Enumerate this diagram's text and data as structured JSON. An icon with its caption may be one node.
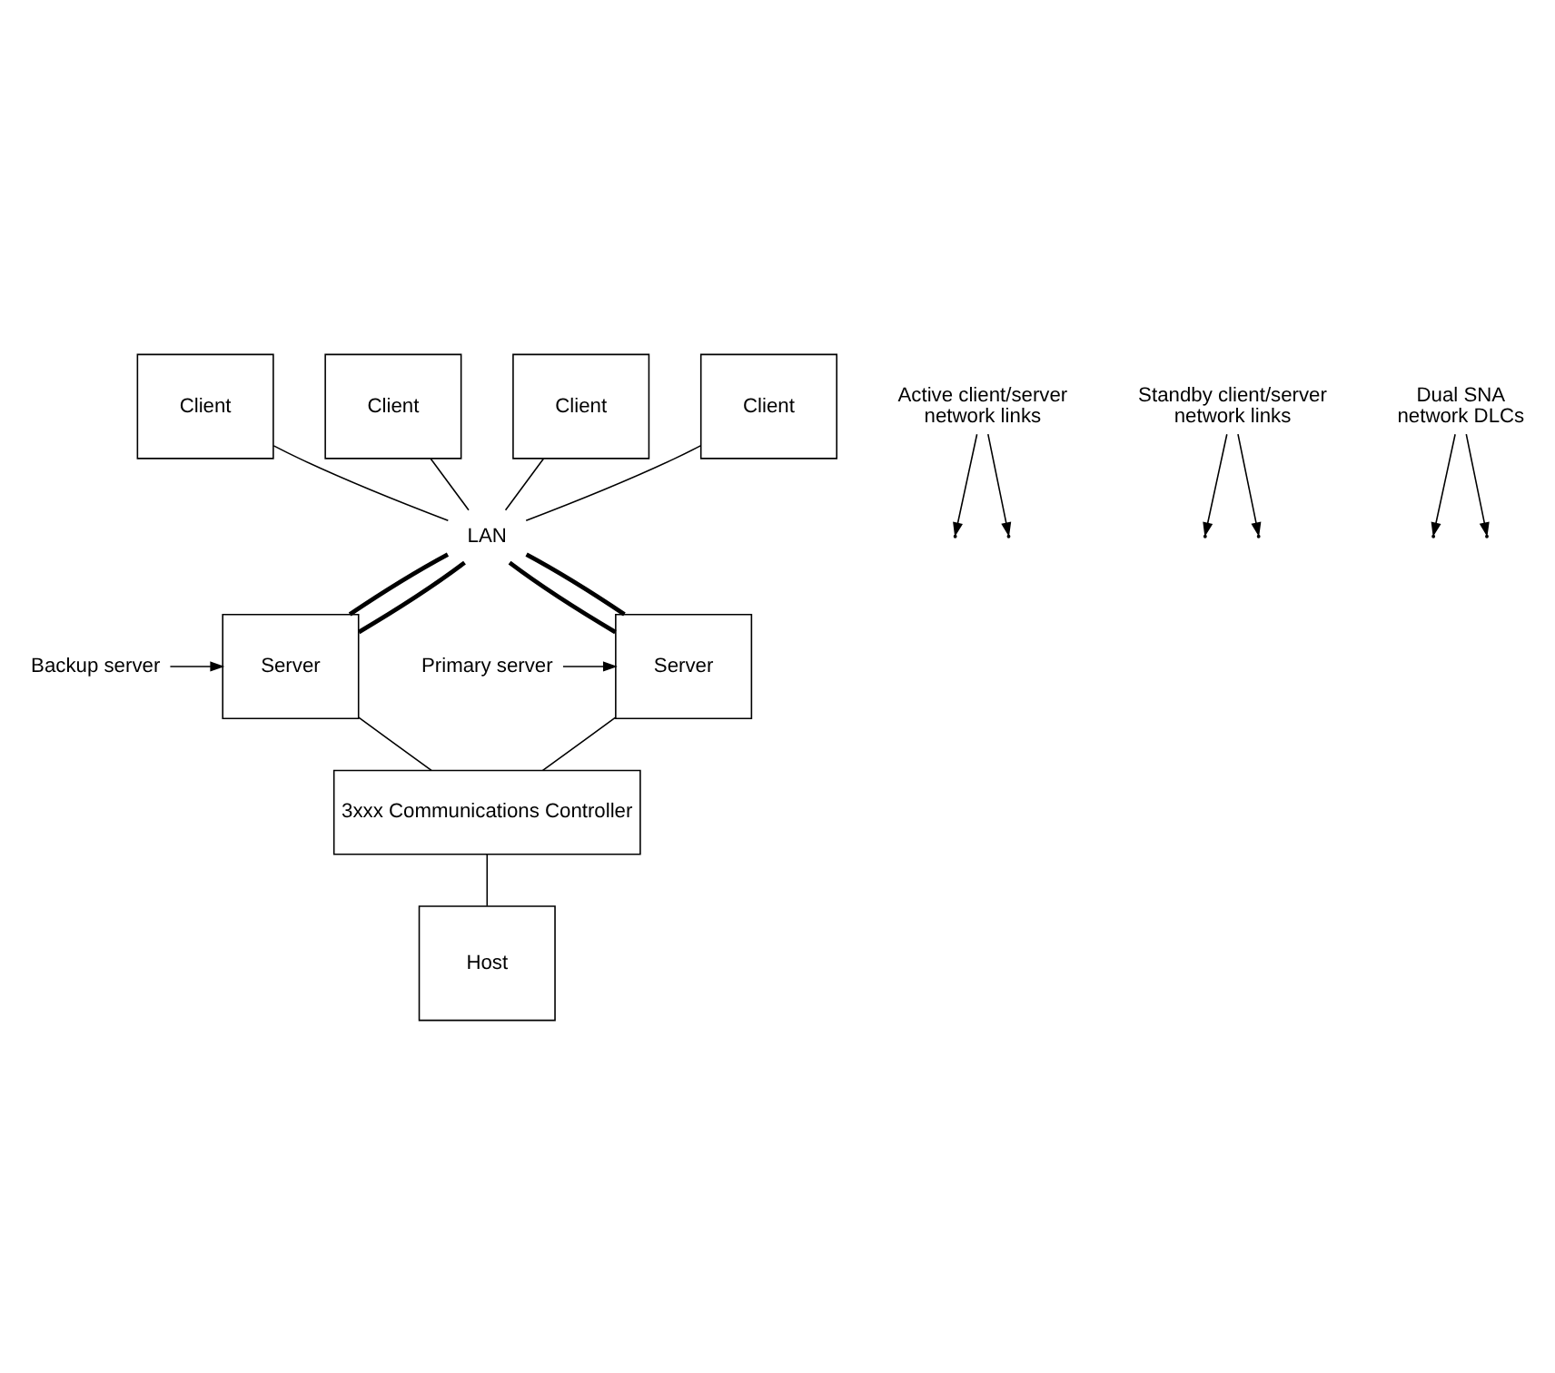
{
  "diagram": {
    "nodes": [
      {
        "text": [
          "Client"
        ]
      },
      {
        "text": [
          "Client"
        ]
      },
      {
        "text": [
          "Client"
        ]
      },
      {
        "text": [
          "Client"
        ]
      },
      {
        "text": [
          "LAN"
        ]
      },
      {
        "text": [
          "Server"
        ]
      },
      {
        "text": [
          "Server"
        ]
      },
      {
        "text": [
          "Active client/server network links"
        ]
      },
      {
        "text": [
          "Standby client/server network links"
        ]
      },
      {
        "text": [
          "Primary server"
        ]
      },
      {
        "text": [
          "Backup server"
        ]
      },
      {
        "text": [
          "Dual SNA network DLCs"
        ]
      },
      {
        "text": [
          "3xxx Communications Controller"
        ]
      },
      {
        "text": [
          "Host"
        ]
      }
    ],
    "edges": [
      {
        "from": 0,
        "to": 4,
        "arrow": "none"
      },
      {
        "from": 1,
        "to": 4,
        "arrow": "none"
      },
      {
        "from": 2,
        "to": 4,
        "arrow": "none"
      },
      {
        "from": 3,
        "to": 4,
        "arrow": "none"
      },
      {
        "from": 4,
        "to": 5,
        "arrow": "none",
        "style": "thick"
      },
      {
        "from": 4,
        "to": 5,
        "arrow": "none",
        "style": "thick"
      },
      {
        "from": 4,
        "to": 6,
        "arrow": "none",
        "style": "thick"
      },
      {
        "from": 4,
        "to": 6,
        "arrow": "none",
        "style": "thick"
      },
      {
        "from": 7,
        "to": null,
        "arrow": "to"
      },
      {
        "from": 7,
        "to": null,
        "arrow": "to"
      },
      {
        "from": 8,
        "to": null,
        "arrow": "to"
      },
      {
        "from": 8,
        "to": null,
        "arrow": "to"
      },
      {
        "from": 9,
        "to": 5,
        "arrow": "to"
      },
      {
        "from": 10,
        "to": 6,
        "arrow": "to"
      },
      {
        "from": 11,
        "to": null,
        "arrow": "to"
      },
      {
        "from": 11,
        "to": null,
        "arrow": "to"
      },
      {
        "from": 5,
        "to": 12,
        "arrow": "none"
      },
      {
        "from": 6,
        "to": 12,
        "arrow": "none"
      },
      {
        "from": 12,
        "to": 13,
        "arrow": "none"
      }
    ]
  }
}
